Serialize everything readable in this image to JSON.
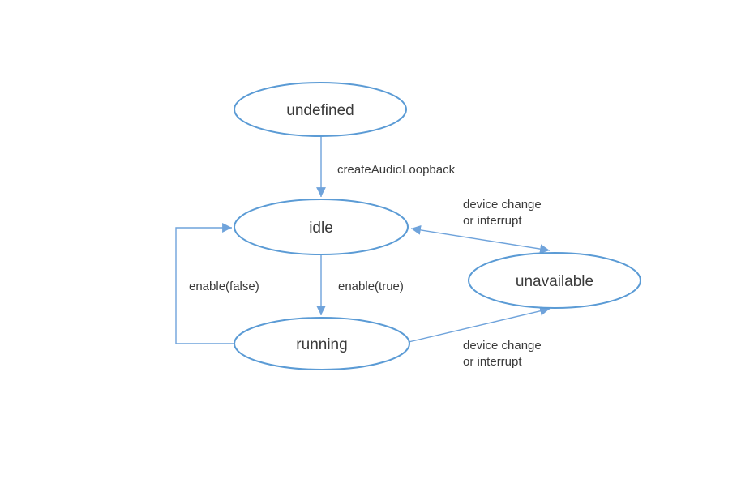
{
  "diagram": {
    "type": "state-diagram",
    "background": "#ffffff",
    "colors": {
      "state_stroke": "#5b9bd5",
      "state_fill": "#ffffff",
      "arrow": "#6fa3db",
      "label_text": "#3a3a3a"
    },
    "states": [
      {
        "id": "undefined",
        "label": "undefined"
      },
      {
        "id": "idle",
        "label": "idle"
      },
      {
        "id": "running",
        "label": "running"
      },
      {
        "id": "unavailable",
        "label": "unavailable"
      }
    ],
    "edges": [
      {
        "from": "undefined",
        "to": "idle",
        "direction": "one-way",
        "label": "createAudioLoopback"
      },
      {
        "from": "idle",
        "to": "running",
        "direction": "one-way",
        "label": "enable(true)"
      },
      {
        "from": "running",
        "to": "idle",
        "direction": "one-way",
        "label": "enable(false)"
      },
      {
        "from": "idle",
        "to": "unavailable",
        "direction": "two-way",
        "label_lines": [
          "device change",
          "or interrupt"
        ]
      },
      {
        "from": "running",
        "to": "unavailable",
        "direction": "one-way",
        "label_lines": [
          "device change",
          "or interrupt"
        ]
      }
    ]
  }
}
